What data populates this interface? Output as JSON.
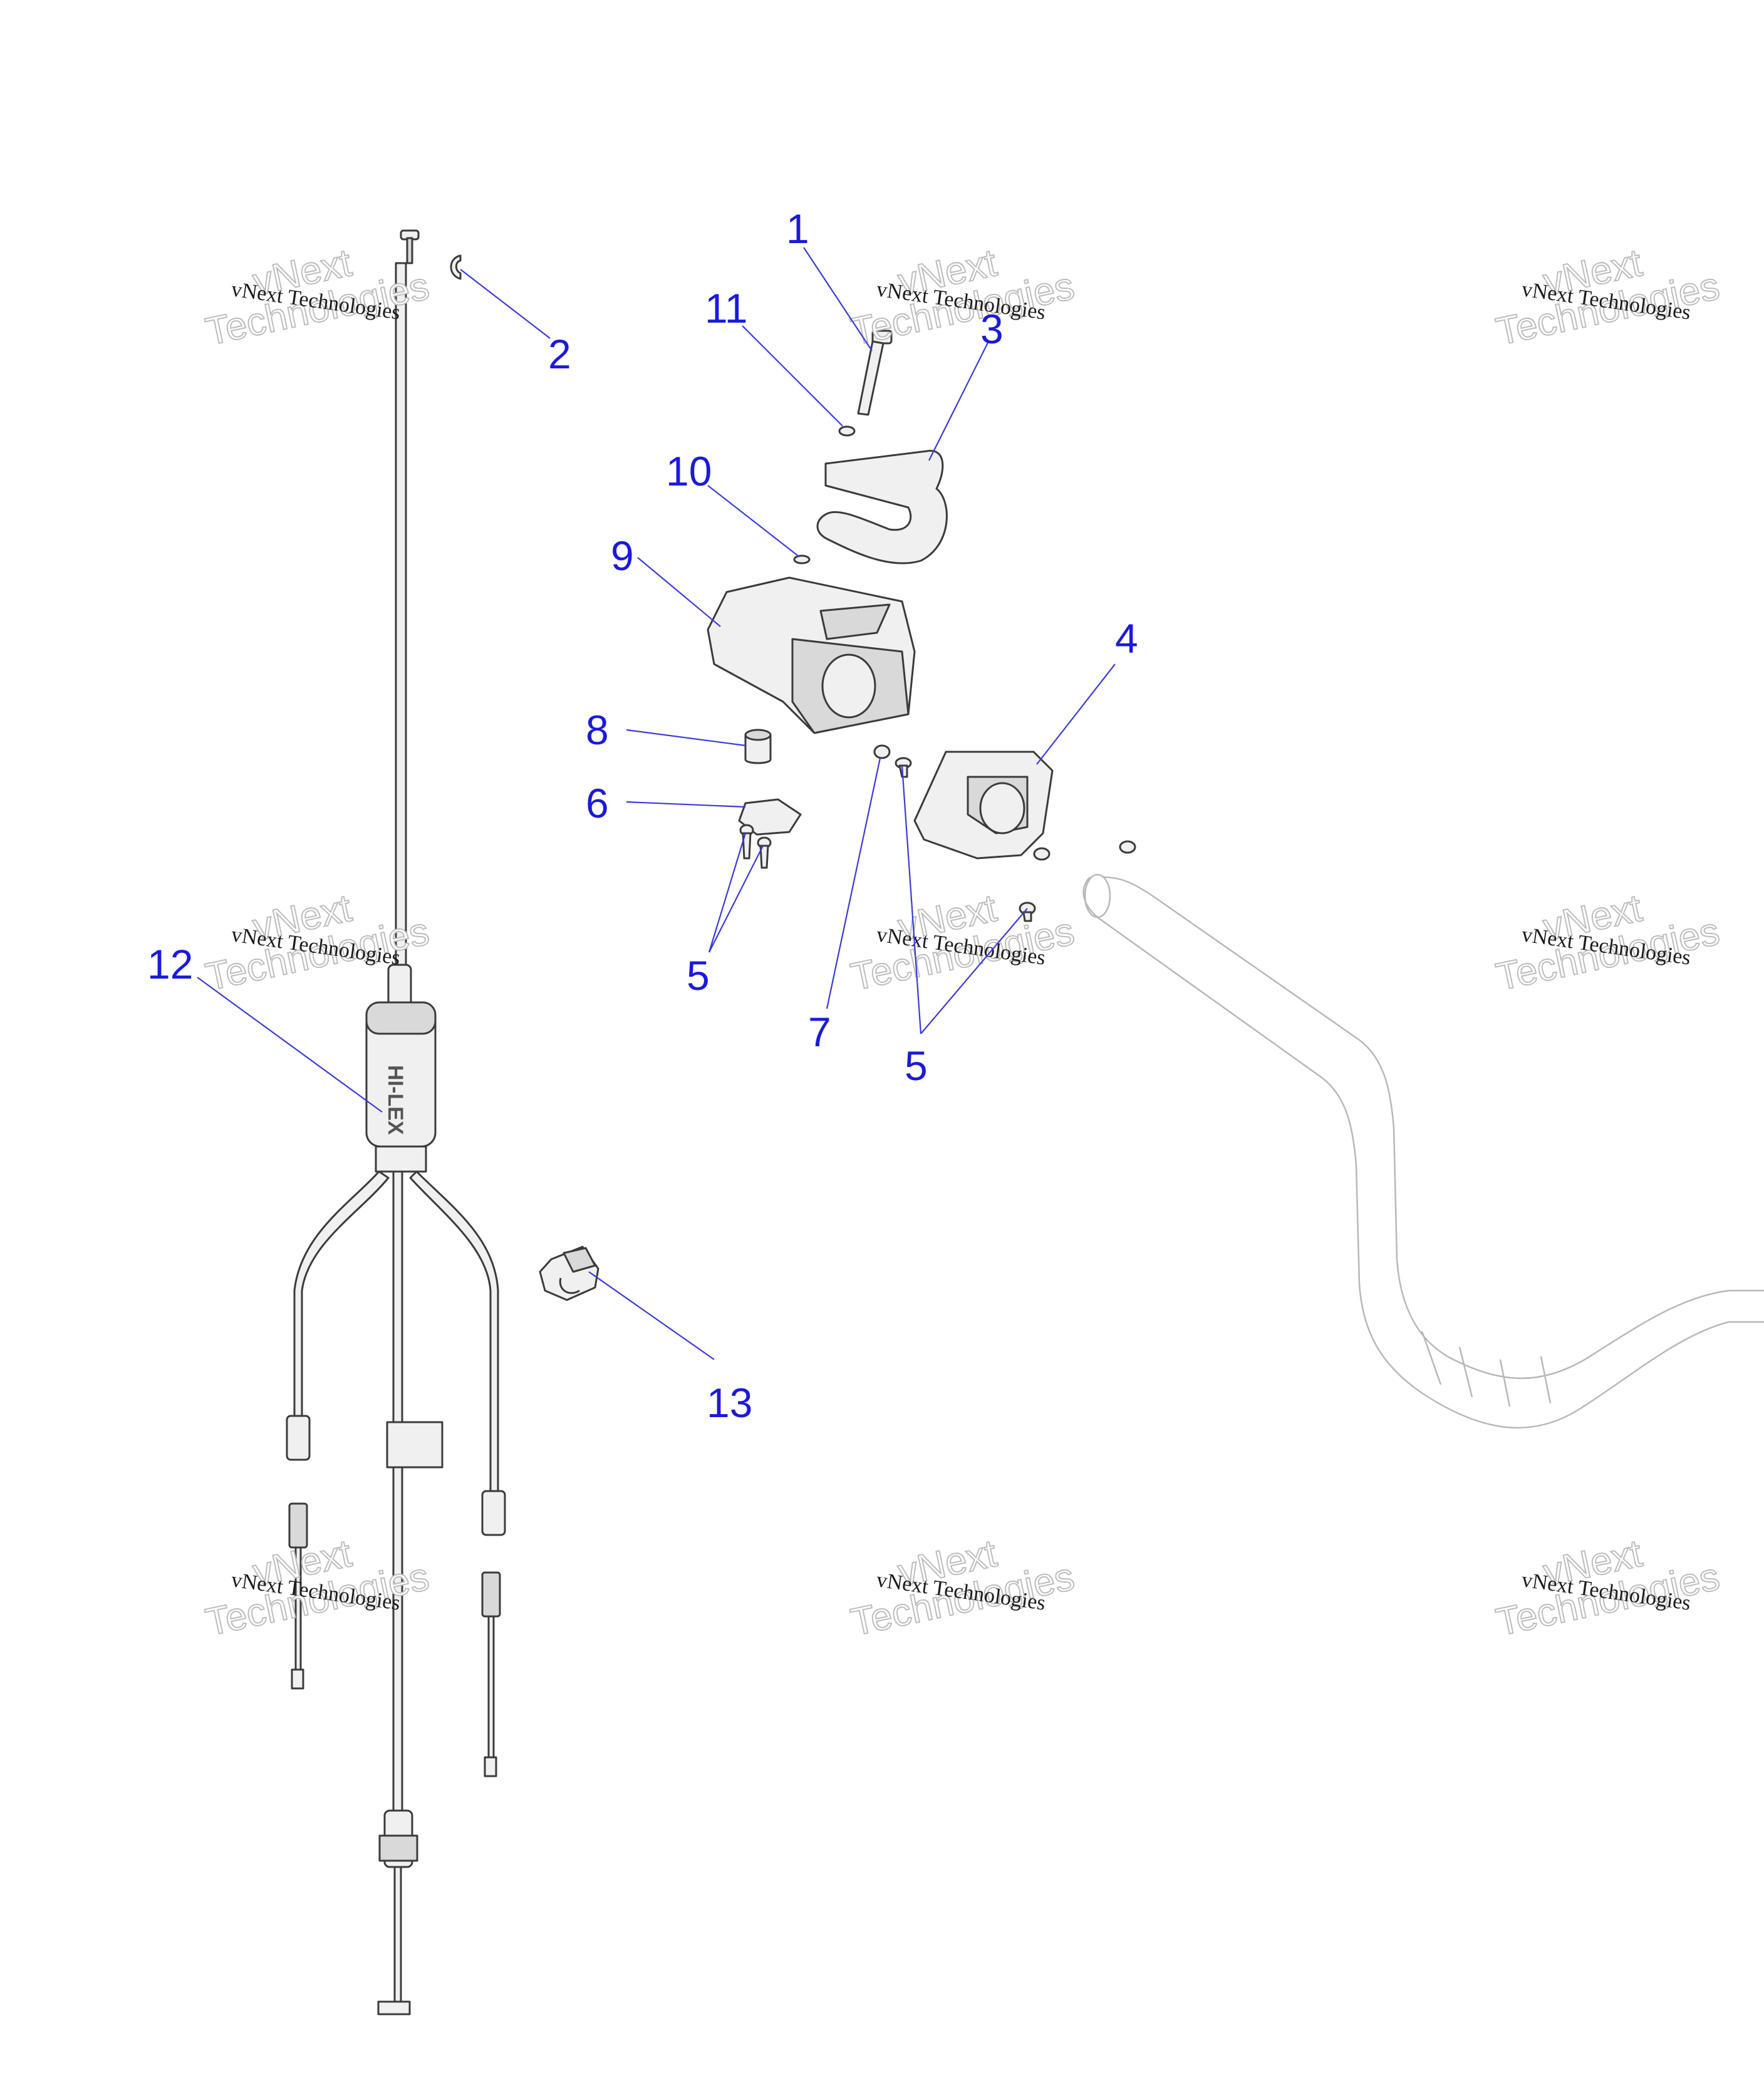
{
  "callouts": [
    {
      "id": "c1",
      "label": "1"
    },
    {
      "id": "c2",
      "label": "2"
    },
    {
      "id": "c3",
      "label": "3"
    },
    {
      "id": "c4",
      "label": "4"
    },
    {
      "id": "c5a",
      "label": "5"
    },
    {
      "id": "c5b",
      "label": "5"
    },
    {
      "id": "c6",
      "label": "6"
    },
    {
      "id": "c7",
      "label": "7"
    },
    {
      "id": "c8",
      "label": "8"
    },
    {
      "id": "c9",
      "label": "9"
    },
    {
      "id": "c10",
      "label": "10"
    },
    {
      "id": "c11",
      "label": "11"
    },
    {
      "id": "c12",
      "label": "12"
    },
    {
      "id": "c13",
      "label": "13"
    }
  ],
  "watermark": {
    "line1": "vNext Technologies",
    "line2a": "vNext",
    "line2b": "Technologies"
  },
  "parts": {
    "housing_brand": "HI-LEX"
  },
  "colors": {
    "callout": "#1a1adc",
    "leader": "#3a3ae0",
    "line_art": "#3b3b3b"
  }
}
